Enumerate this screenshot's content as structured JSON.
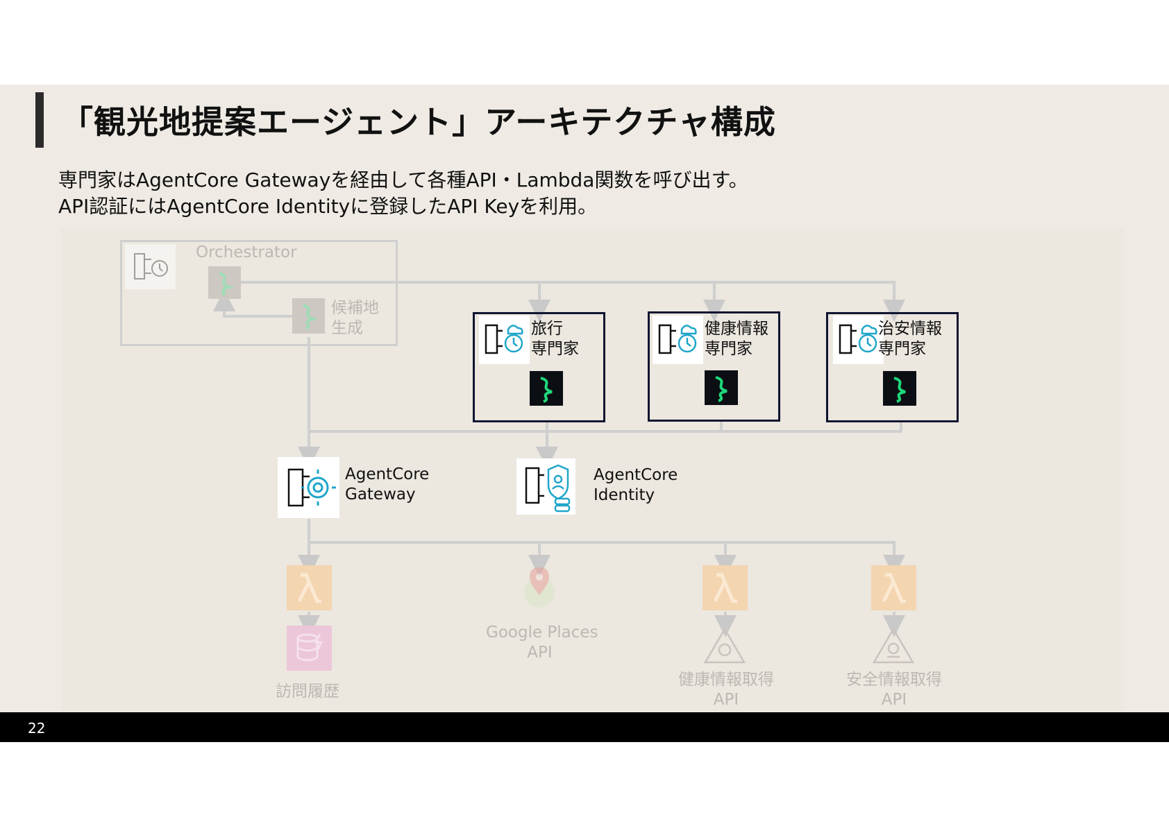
{
  "title": "「観光地提案エージェント」アーキテクチャ構成",
  "subtitle": {
    "line1": "専門家はAgentCore Gatewayを経由して各種API・Lambda関数を呼び出す。",
    "line2": "API認証にはAgentCore Identityに登録したAPI Keyを利用。"
  },
  "diagram": {
    "orchestrator": {
      "label": "Orchestrator",
      "candidate": "候補地\n生成"
    },
    "experts": [
      {
        "label": "旅行\n専門家"
      },
      {
        "label": "健康情報\n専門家"
      },
      {
        "label": "治安情報\n専門家"
      }
    ],
    "gateway": {
      "label": "AgentCore\nGateway"
    },
    "identity": {
      "label": "AgentCore\nIdentity"
    },
    "targets": {
      "visit_history": "訪問履歴",
      "google_places": "Google Places\nAPI",
      "health_api": "健康情報取得\nAPI",
      "safety_api": "安全情報取得\nAPI"
    }
  },
  "page_number": "22",
  "colors": {
    "accent": "#1fd87a",
    "lambda": "#f3d5b0",
    "db": "#ecc6d9",
    "frame": "#0f1530"
  }
}
